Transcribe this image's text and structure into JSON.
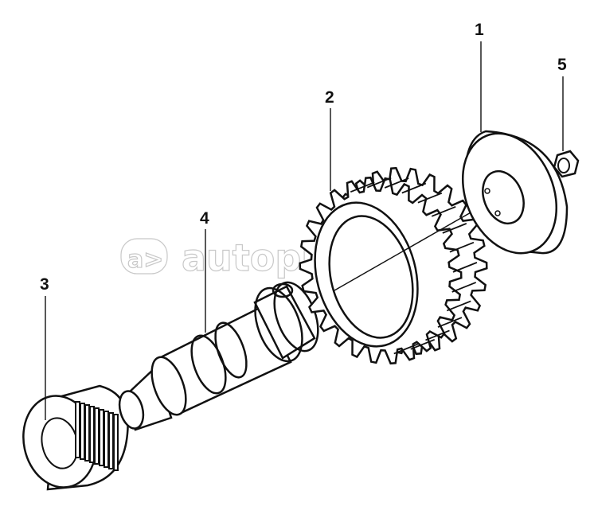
{
  "diagram": {
    "callouts": [
      {
        "id": "1",
        "part": "thrust-washer"
      },
      {
        "id": "2",
        "part": "gear"
      },
      {
        "id": "3",
        "part": "needle-bearing"
      },
      {
        "id": "4",
        "part": "shaft"
      },
      {
        "id": "5",
        "part": "nut"
      }
    ],
    "watermark": "autopiter.ru"
  }
}
